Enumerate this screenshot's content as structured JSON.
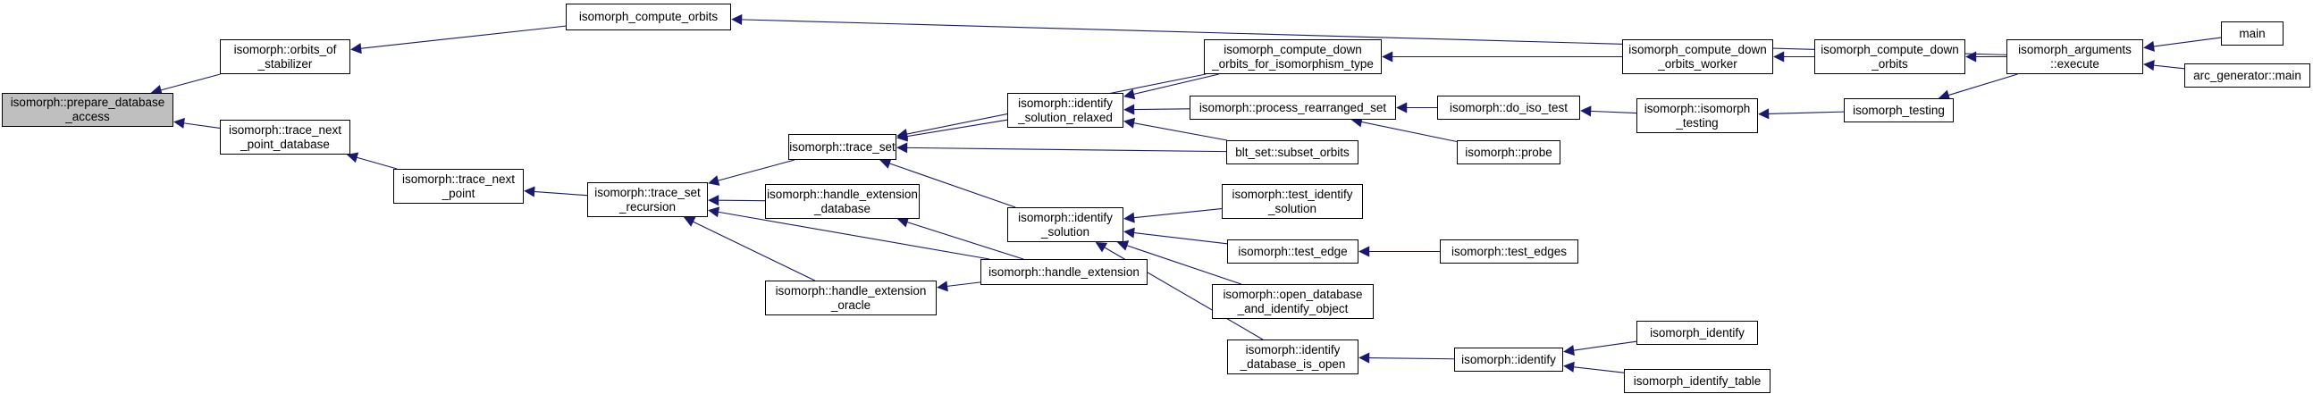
{
  "colors": {
    "edge": "#191970",
    "node_border": "#000000",
    "root_fill": "#bfbfbf",
    "node_fill": "#ffffff"
  },
  "nodes": [
    {
      "id": "prepare",
      "label": "isomorph::prepare_database\n_access",
      "root": true
    },
    {
      "id": "orbits_stab",
      "label": "isomorph::orbits_of\n_stabilizer"
    },
    {
      "id": "compute_orbits",
      "label": "isomorph_compute_orbits"
    },
    {
      "id": "trace_next_db",
      "label": "isomorph::trace_next\n_point_database"
    },
    {
      "id": "trace_next_point",
      "label": "isomorph::trace_next\n_point"
    },
    {
      "id": "trace_set_rec",
      "label": "isomorph::trace_set\n_recursion"
    },
    {
      "id": "trace_set",
      "label": "isomorph::trace_set"
    },
    {
      "id": "handle_ext_db",
      "label": "isomorph::handle_extension\n_database"
    },
    {
      "id": "handle_ext_oracle",
      "label": "isomorph::handle_extension\n_oracle"
    },
    {
      "id": "handle_ext",
      "label": "isomorph::handle_extension"
    },
    {
      "id": "identify_relaxed",
      "label": "isomorph::identify\n_solution_relaxed"
    },
    {
      "id": "identify_solution",
      "label": "isomorph::identify\n_solution"
    },
    {
      "id": "compute_down_iso",
      "label": "isomorph_compute_down\n_orbits_for_isomorphism_type"
    },
    {
      "id": "process_rearranged",
      "label": "isomorph::process_rearranged_set"
    },
    {
      "id": "subset_orbits",
      "label": "blt_set::subset_orbits"
    },
    {
      "id": "test_identify",
      "label": "isomorph::test_identify\n_solution"
    },
    {
      "id": "test_edge",
      "label": "isomorph::test_edge"
    },
    {
      "id": "open_db_identify",
      "label": "isomorph::open_database\n_and_identify_object"
    },
    {
      "id": "identify_db_open",
      "label": "isomorph::identify\n_database_is_open"
    },
    {
      "id": "do_iso_test",
      "label": "isomorph::do_iso_test"
    },
    {
      "id": "probe",
      "label": "isomorph::probe"
    },
    {
      "id": "test_edges",
      "label": "isomorph::test_edges"
    },
    {
      "id": "identify",
      "label": "isomorph::identify"
    },
    {
      "id": "compute_down_worker",
      "label": "isomorph_compute_down\n_orbits_worker"
    },
    {
      "id": "isomorph_testing_m",
      "label": "isomorph::isomorph\n_testing"
    },
    {
      "id": "compute_down",
      "label": "isomorph_compute_down\n_orbits"
    },
    {
      "id": "isomorph_testing",
      "label": "isomorph_testing"
    },
    {
      "id": "args_execute",
      "label": "isomorph_arguments\n::execute"
    },
    {
      "id": "main",
      "label": "main"
    },
    {
      "id": "arc_main",
      "label": "arc_generator::main"
    },
    {
      "id": "isomorph_identify",
      "label": "isomorph_identify"
    },
    {
      "id": "isomorph_identify_table",
      "label": "isomorph_identify_table"
    }
  ]
}
